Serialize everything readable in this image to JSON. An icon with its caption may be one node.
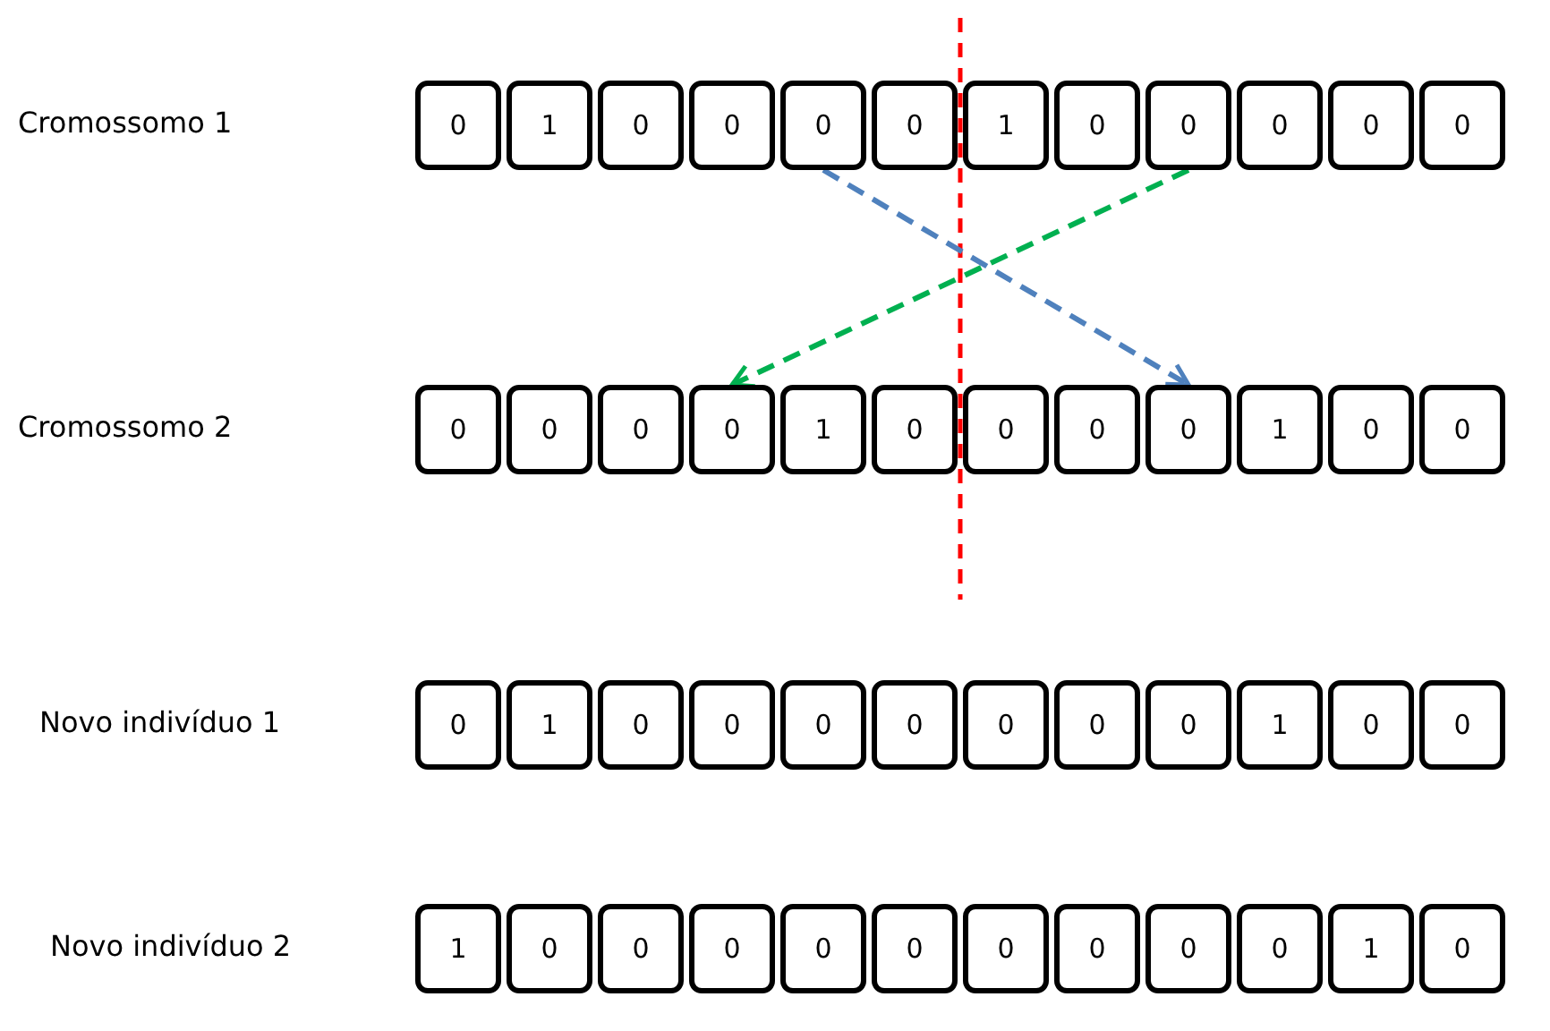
{
  "diagram": {
    "nodes": [
      {
        "text": [
          "0"
        ]
      },
      {
        "text": [
          "1"
        ]
      },
      {
        "text": [
          "0"
        ]
      },
      {
        "text": [
          "0"
        ]
      },
      {
        "text": [
          "0"
        ]
      },
      {
        "text": [
          "0"
        ]
      },
      {
        "text": [
          "1"
        ]
      },
      {
        "text": [
          "0"
        ]
      },
      {
        "text": [
          "0"
        ]
      },
      {
        "text": [
          "0"
        ]
      },
      {
        "text": [
          "0"
        ]
      },
      {
        "text": [
          "0"
        ]
      },
      {
        "text": [
          "0"
        ]
      },
      {
        "text": [
          "0"
        ]
      },
      {
        "text": [
          "0"
        ]
      },
      {
        "text": [
          "0"
        ]
      },
      {
        "text": [
          "1"
        ]
      },
      {
        "text": [
          "0"
        ]
      },
      {
        "text": [
          "0"
        ]
      },
      {
        "text": [
          "0"
        ]
      },
      {
        "text": [
          "0"
        ]
      },
      {
        "text": [
          "1"
        ]
      },
      {
        "text": [
          "0"
        ]
      },
      {
        "text": [
          "0"
        ]
      },
      {
        "text": [
          "0"
        ]
      },
      {
        "text": [
          "1"
        ]
      },
      {
        "text": [
          "0"
        ]
      },
      {
        "text": [
          "0"
        ]
      },
      {
        "text": [
          "0"
        ]
      },
      {
        "text": [
          "0"
        ]
      },
      {
        "text": [
          "0"
        ]
      },
      {
        "text": [
          "0"
        ]
      },
      {
        "text": [
          "0"
        ]
      },
      {
        "text": [
          "1"
        ]
      },
      {
        "text": [
          "0"
        ]
      },
      {
        "text": [
          "0"
        ]
      },
      {
        "text": [
          "1"
        ]
      },
      {
        "text": [
          "0"
        ]
      },
      {
        "text": [
          "0"
        ]
      },
      {
        "text": [
          "0"
        ]
      },
      {
        "text": [
          "0"
        ]
      },
      {
        "text": [
          "0"
        ]
      },
      {
        "text": [
          "0"
        ]
      },
      {
        "text": [
          "0"
        ]
      },
      {
        "text": [
          "0"
        ]
      },
      {
        "text": [
          "0"
        ]
      },
      {
        "text": [
          "1"
        ]
      },
      {
        "text": [
          "0"
        ]
      }
    ],
    "edges": [
      {
        "from": 4,
        "to": 20,
        "arrow": "to",
        "style": "dashed",
        "color": "#4f81bd"
      },
      {
        "from": 8,
        "to": 15,
        "arrow": "to",
        "style": "dashed",
        "color": "#00b050"
      }
    ],
    "labels": [
      "Cromossomo 1",
      "Cromossomo 2",
      "Novo indivíduo 1",
      "Novo indivíduo 2"
    ]
  }
}
